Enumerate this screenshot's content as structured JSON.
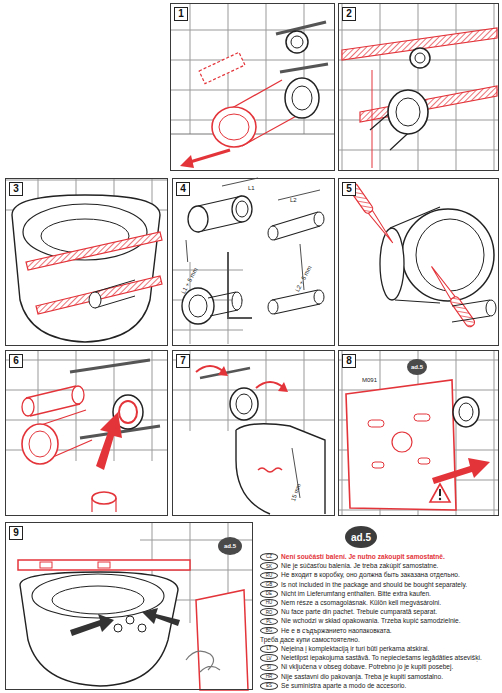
{
  "diagram": {
    "nodes": [
      {
        "text": [
          "1"
        ]
      },
      {
        "text": [
          "2"
        ]
      },
      {
        "text": [
          "3"
        ]
      },
      {
        "text": [
          "4"
        ]
      },
      {
        "text": [
          "5"
        ]
      },
      {
        "text": [
          "6"
        ]
      },
      {
        "text": [
          "7"
        ]
      },
      {
        "text": [
          "8"
        ]
      },
      {
        "text": [
          "ad.5"
        ],
        "in": 7
      },
      {
        "text": [
          "9"
        ]
      },
      {
        "text": [
          "ad.5"
        ],
        "in": 9
      },
      {
        "text": [
          "Není součástí balení. Je nutno zakoupit samostatně.",
          "Nie je súčasťou balenia. Je treba zakúpiť samostatne.",
          "Не входит в коробку, оно должна быть заказана отдельно.",
          "Is not included in the package and should be bought separately.",
          "Nicht im Lieferumfang enthalten. Bitte extra kaufen.",
          "Nem része a csomagolásnak. Külön kell megvásárolni.",
          "Nu face parte din pachet. Trebuie cumparată separat.",
          "Nie wchodzi w skład opakowania. Trzeba kupić samodzielnie.",
          "Не е в съдържанието наопаковката.",
          "Треба дасе купи самостоятелно.",
          "Neįeina į komplektaciją ir turi būti perkama atskirai.",
          "Neietilpst iepakojuma sastāvā. To nepieciešams iegādāties atsevišķi.",
          "Ni vključena v obseg dobave. Potrebno jo je kupiti posebej.",
          "Nije sastavni dio pakovanja. Treba je kupiti samostalno.",
          "Se suministra aparte a modo de accesorio."
        ]
      },
      {
        "text": [
          "ad.5"
        ],
        "in": 11
      },
      {
        "text": [
          "CZ"
        ],
        "in": 11
      },
      {
        "text": [
          "SK"
        ],
        "in": 11
      },
      {
        "text": [
          "RU"
        ],
        "in": 11
      },
      {
        "text": [
          "GB"
        ],
        "in": 11
      },
      {
        "text": [
          "DE"
        ],
        "in": 11
      },
      {
        "text": [
          "HU"
        ],
        "in": 11
      },
      {
        "text": [
          "RO"
        ],
        "in": 11
      },
      {
        "text": [
          "PL"
        ],
        "in": 11
      },
      {
        "text": [
          "BG"
        ],
        "in": 11
      },
      {
        "text": [
          "LT"
        ],
        "in": 11
      },
      {
        "text": [
          "LV"
        ],
        "in": 11
      },
      {
        "text": [
          "SI"
        ],
        "in": 11
      },
      {
        "text": [
          "HR"
        ],
        "in": 11
      },
      {
        "text": [
          "ES"
        ],
        "in": 11
      }
    ],
    "labels": [
      "M091",
      "L1",
      "L2",
      "L1 + 5 mm",
      "L2 + 5 mm",
      "15 mm"
    ]
  }
}
